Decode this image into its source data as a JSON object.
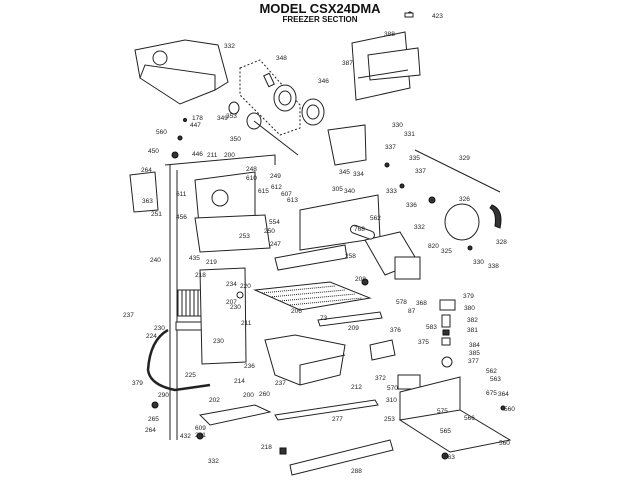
{
  "header": {
    "title": "MODEL CSX24DMA",
    "subtitle": "FREEZER SECTION"
  },
  "part_labels": [
    "423",
    "332",
    "388",
    "387",
    "348",
    "346",
    "353",
    "349",
    "178",
    "447",
    "350",
    "560",
    "330",
    "331",
    "450",
    "446",
    "211",
    "200",
    "329",
    "337",
    "345",
    "334",
    "335",
    "248",
    "264",
    "610",
    "249",
    "337",
    "340",
    "333",
    "363",
    "611",
    "612",
    "607",
    "613",
    "615",
    "305",
    "326",
    "336",
    "332",
    "328",
    "330",
    "338",
    "251",
    "456",
    "554",
    "250",
    "253",
    "247",
    "562",
    "768",
    "820",
    "325",
    "258",
    "240",
    "435",
    "219",
    "208",
    "218",
    "234",
    "220",
    "207",
    "206",
    "230",
    "368",
    "87",
    "578",
    "379",
    "380",
    "382",
    "381",
    "237",
    "73",
    "209",
    "583",
    "230",
    "211",
    "376",
    "375",
    "224",
    "230",
    "384",
    "385",
    "377",
    "236",
    "372",
    "225",
    "214",
    "237",
    "212",
    "562",
    "563",
    "570",
    "364",
    "379",
    "290",
    "200",
    "202",
    "260",
    "675",
    "310",
    "560",
    "265",
    "264",
    "277",
    "253",
    "575",
    "566",
    "565",
    "560",
    "432",
    "609",
    "261",
    "218",
    "332",
    "563",
    "288"
  ]
}
